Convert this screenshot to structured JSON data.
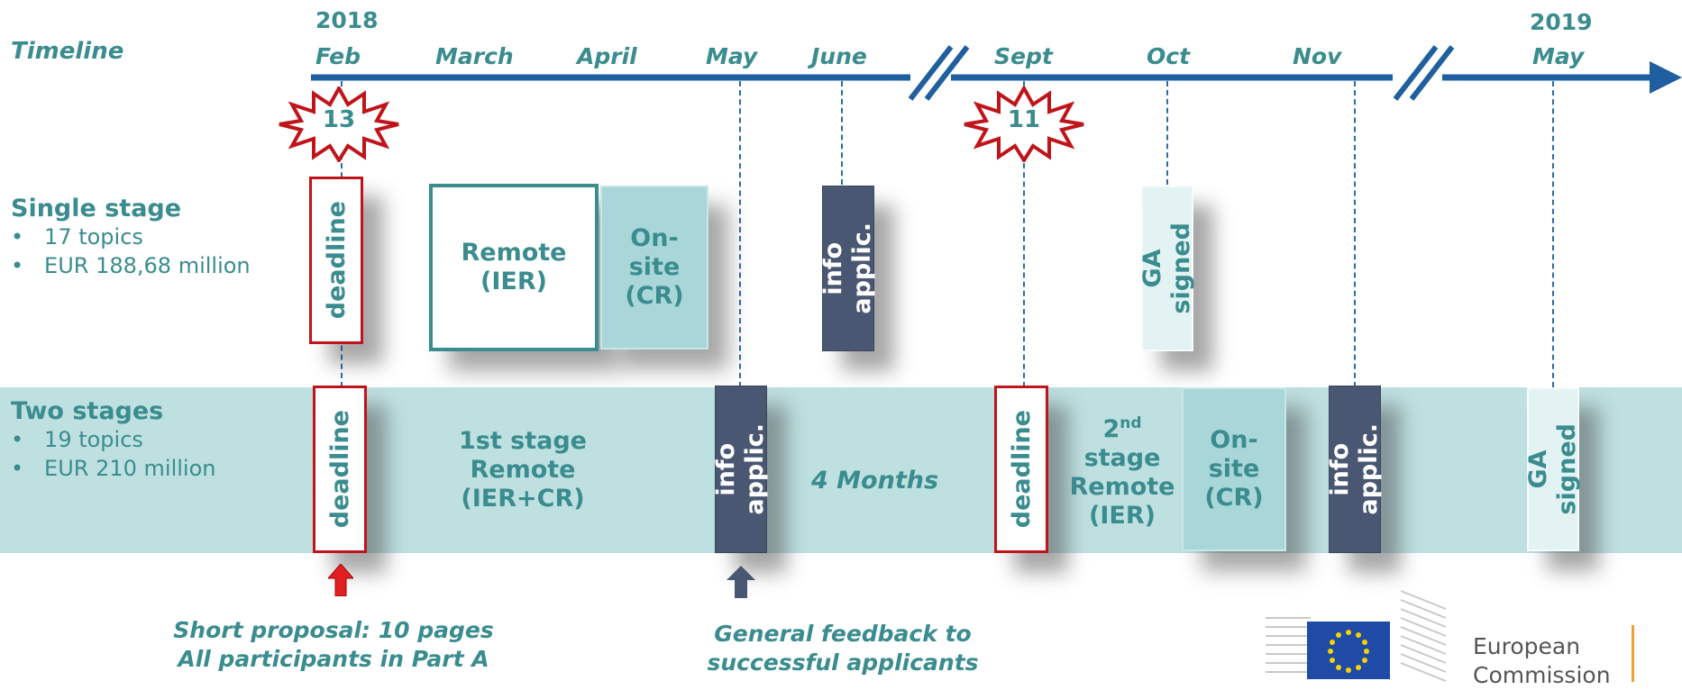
{
  "timeline_label": "Timeline",
  "years": {
    "start": "2018",
    "end": "2019"
  },
  "months": [
    "Feb",
    "March",
    "April",
    "May",
    "June",
    "Sept",
    "Oct",
    "Nov",
    "May"
  ],
  "starbursts": [
    "13",
    "11"
  ],
  "single_stage": {
    "title": "Single stage",
    "bullets": [
      "17 topics",
      "EUR 188,68 million"
    ],
    "deadline": "deadline",
    "remote_line1": "Remote",
    "remote_line2": "(IER)",
    "onsite_line1": "On-",
    "onsite_line2": "site",
    "onsite_line3": "(CR)",
    "info_line1": "info",
    "info_line2": "applic.",
    "ga_line1": "GA",
    "ga_line2": "signed"
  },
  "two_stages": {
    "title": "Two stages",
    "bullets": [
      "19 topics",
      "EUR 210 million"
    ],
    "deadline1": "deadline",
    "first_stage_line1": "1st stage",
    "first_stage_line2": "Remote",
    "first_stage_line3": "(IER+CR)",
    "info1_line1": "info",
    "info1_line2": "applic.",
    "four_months": "4 Months",
    "deadline2": "deadline",
    "second_stage_num": "2",
    "second_stage_sup": "nd",
    "second_stage_line2": "stage",
    "second_stage_line3": "Remote",
    "second_stage_line4": "(IER)",
    "onsite_line1": "On-",
    "onsite_line2": "site",
    "onsite_line3": "(CR)",
    "info2_line1": "info",
    "info2_line2": "applic.",
    "ga_line1": "GA",
    "ga_line2": "signed"
  },
  "notes": {
    "short_proposal_line1": "Short proposal: 10 pages",
    "short_proposal_line2": "All participants in Part A",
    "feedback_line1": "General feedback to",
    "feedback_line2": "successful applicants"
  },
  "logo": {
    "line1": "European",
    "line2": "Commission"
  },
  "colors": {
    "teal": "#3a8c8f",
    "axis_blue": "#1f5fa0",
    "deadline_red": "#c0141b",
    "info_navy": "#4a5773",
    "band": "#bfe0e1"
  }
}
